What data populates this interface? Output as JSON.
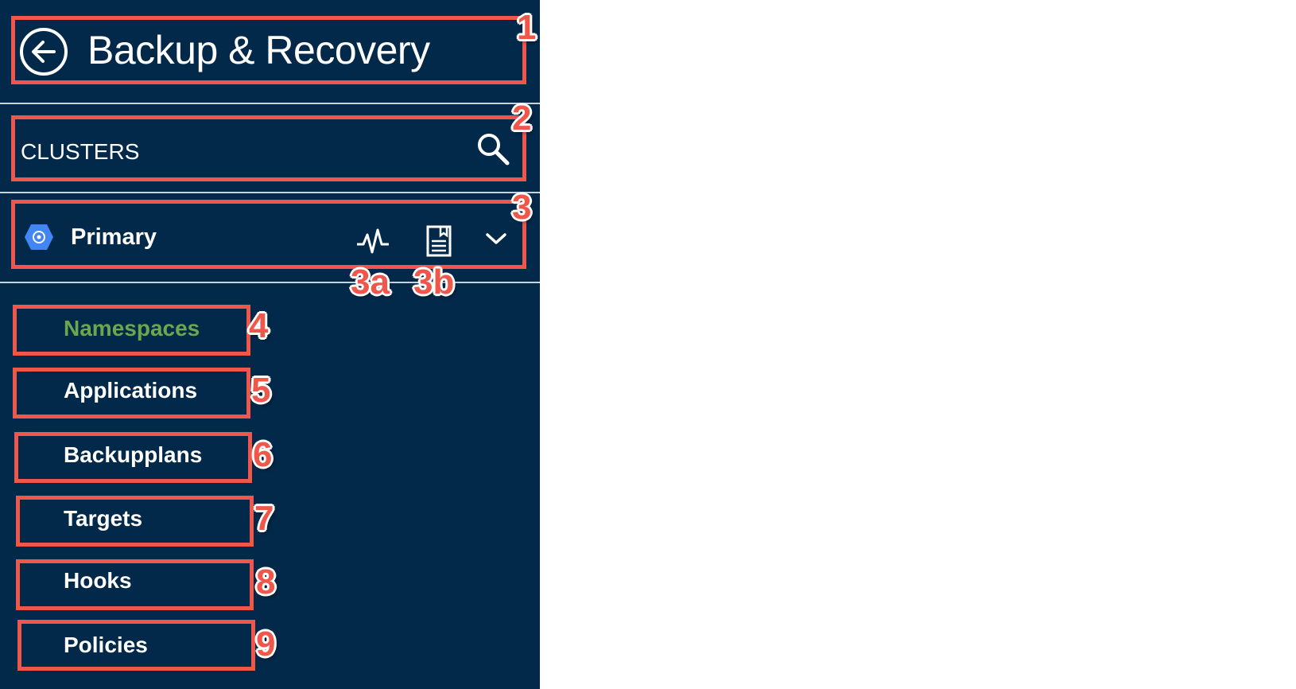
{
  "header": {
    "title": "Backup & Recovery",
    "back_icon": "arrow-left-circle-icon"
  },
  "clusters": {
    "label": "CLUSTERS",
    "search_icon": "search-icon"
  },
  "cluster": {
    "name": "Primary",
    "icons": [
      "kubernetes-hexagon-icon",
      "activity-pulse-icon",
      "document-bookmark-icon",
      "chevron-down-icon"
    ]
  },
  "nav": {
    "items": [
      {
        "label": "Namespaces",
        "active": true
      },
      {
        "label": "Applications"
      },
      {
        "label": "Backupplans"
      },
      {
        "label": "Targets"
      },
      {
        "label": "Hooks"
      },
      {
        "label": "Policies"
      }
    ]
  },
  "annotations": [
    "1",
    "2",
    "3",
    "3a",
    "3b",
    "4",
    "5",
    "6",
    "7",
    "8",
    "9"
  ],
  "colors": {
    "sidebar_bg": "#022949",
    "active": "#6aa84f",
    "annotation": "#f0564a"
  }
}
